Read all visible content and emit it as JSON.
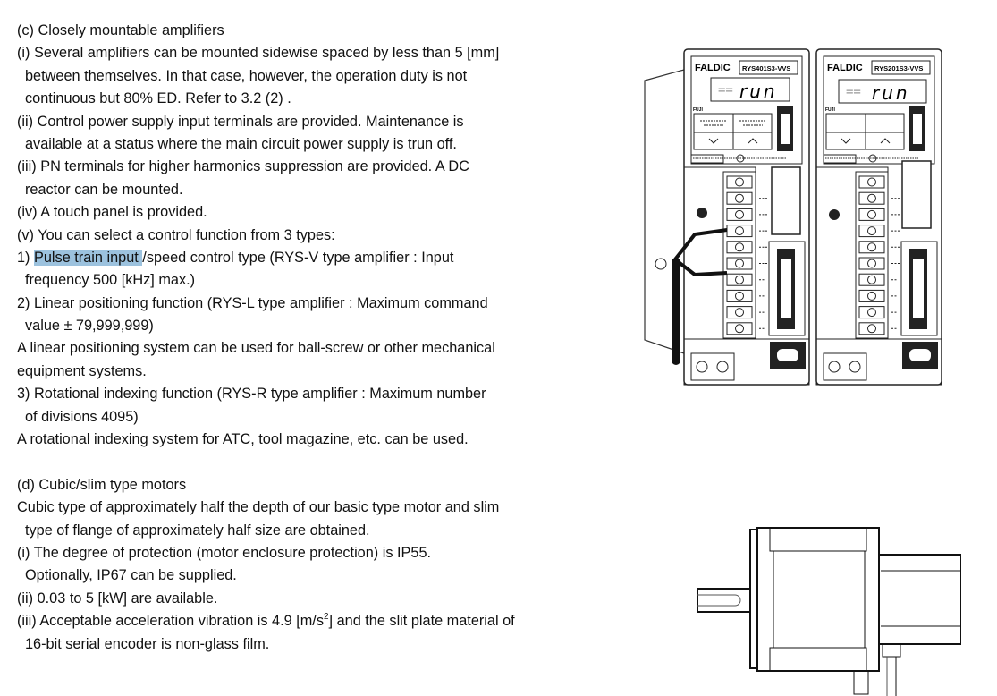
{
  "section_c": {
    "heading": "(c) Closely mountable amplifiers",
    "item_i": [
      "(i) Several amplifiers can be mounted sidewise spaced by less than 5 [mm]",
      "between themselves. In that case, however, the operation duty is not",
      "continuous but 80% ED. Refer to 3.2 (2) ."
    ],
    "item_ii": [
      "(ii) Control power supply input terminals are provided. Maintenance is",
      "available at a status where the main circuit power supply is trun off."
    ],
    "item_iii": [
      "(iii) PN terminals for higher harmonics suppression are provided. A DC",
      "reactor can be mounted."
    ],
    "item_iv": "(iv) A touch panel is provided.",
    "item_v": "(v) You can select a control function from 3 types:",
    "type_1": {
      "prefix": "1) ",
      "highlighted": "Pulse train input ",
      "rest": "/speed control type (RYS-V type amplifier : Input",
      "cont": "frequency 500 [kHz] max.)"
    },
    "type_2": [
      "2) Linear positioning function (RYS-L type amplifier : Maximum command",
      "value ± 79,999,999)"
    ],
    "type_2_note": [
      "A linear positioning system can be used for ball-screw or other mechanical",
      "equipment systems."
    ],
    "type_3": [
      "3) Rotational indexing function (RYS-R type amplifier : Maximum number",
      "of divisions 4095)"
    ],
    "type_3_note": "A rotational indexing system for ATC, tool magazine, etc. can be used."
  },
  "section_d": {
    "heading": "(d) Cubic/slim type motors",
    "intro": [
      "Cubic type of approximately half the depth of our basic type motor and slim",
      "type of flange of approximately half size are obtained."
    ],
    "item_i": [
      "(i) The degree of protection (motor enclosure protection) is IP55.",
      "Optionally, IP67 can be supplied."
    ],
    "item_ii": "(ii) 0.03 to 5 [kW] are available.",
    "item_iii": {
      "pre": "(iii) Acceptable acceleration vibration is 4.9 [m/s",
      "sup": "2",
      "post": "] and the slit plate material of",
      "cont": "16-bit serial encoder is non-glass film."
    }
  },
  "figure_amplifiers": {
    "units": [
      {
        "brand": "FALDIC",
        "model": "RYS401S3-VVS",
        "display": "run",
        "maker_label": "FUJI"
      },
      {
        "brand": "FALDIC",
        "model": "RYS201S3-VVS",
        "display": "run",
        "maker_label": "FUJI"
      }
    ]
  },
  "colors": {
    "highlight": "#9cc2de"
  }
}
